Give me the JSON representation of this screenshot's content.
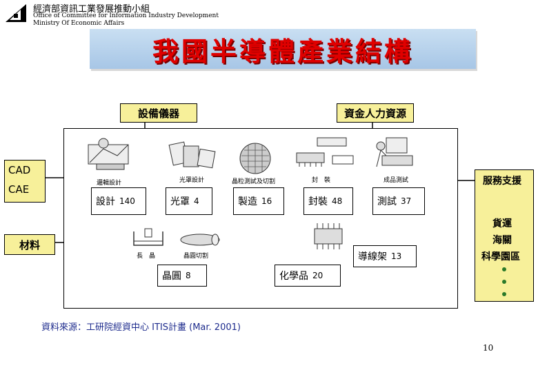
{
  "header": {
    "org_cn": "經濟部資訊工業發展推動小組",
    "org_en_1": "Office of Committee for Information Industry Development",
    "org_en_2": "Ministry Of Economic Affairs",
    "title": "我國半導體產業結構"
  },
  "top_labels": {
    "equipment": "設備儀器",
    "capital": "資金人力資源"
  },
  "left_labels": {
    "cad": "CAD",
    "cae": "CAE",
    "material": "材料"
  },
  "right_column": {
    "service": "服務支援",
    "items": [
      "貨運",
      "海關",
      "科學園區"
    ]
  },
  "captions": {
    "logic_design": "邏輯設計",
    "mask_design": "光罩設計",
    "wafer_test": "晶粒測試及切割",
    "packaging": "封　裝",
    "final_test": "成品測試",
    "crystal_growth": "長　晶",
    "wafer_cut": "晶圓切割"
  },
  "flow": {
    "design": {
      "label": "設計",
      "count": "140"
    },
    "mask": {
      "label": "光罩",
      "count": "4"
    },
    "manufacture": {
      "label": "製造",
      "count": "16"
    },
    "package": {
      "label": "封裝",
      "count": "48"
    },
    "test": {
      "label": "測試",
      "count": "37"
    },
    "lead_frame": {
      "label": "導線架",
      "count": "13"
    },
    "wafer": {
      "label": "晶圓",
      "count": "8"
    },
    "chemical": {
      "label": "化學品",
      "count": "20"
    }
  },
  "source": "資料來源：工研院經資中心 ITIS計畫 (Mar. 2001)",
  "page_number": "10",
  "colors": {
    "title": "#e00000",
    "label_fill": "#f7f09a",
    "banner": "#b5d0ec",
    "source_text": "#1c2a8c"
  }
}
